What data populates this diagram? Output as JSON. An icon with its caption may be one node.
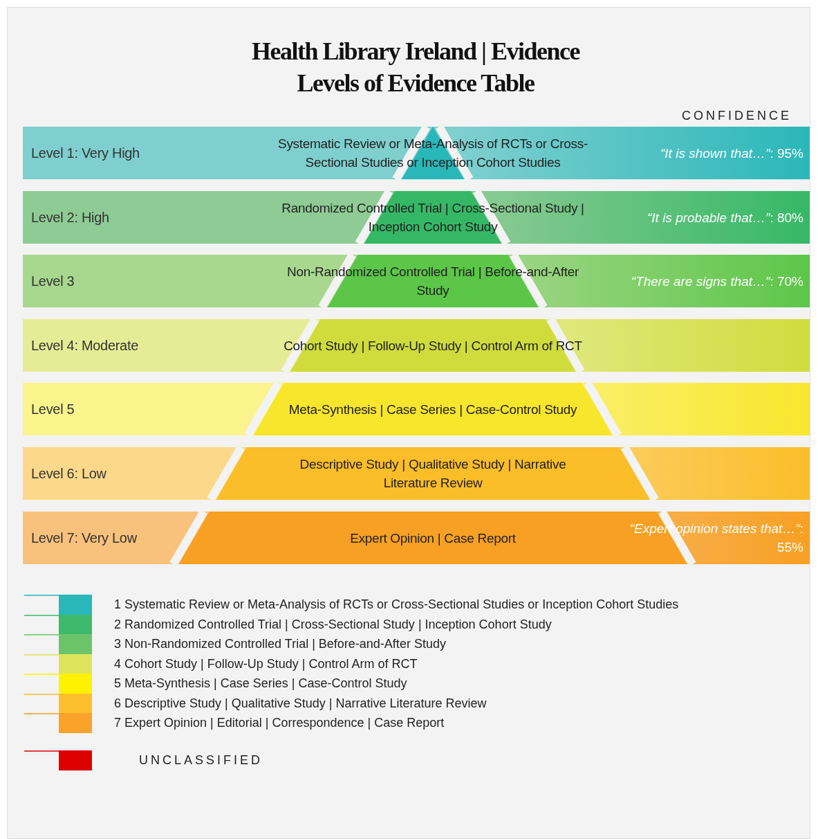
{
  "diagram": {
    "title": "Health Library Ireland | Evidence Levels of Evidence Table",
    "nodes": [
      {
        "text": [
          "Level 1: Very High",
          "Systematic Review or Meta-Analysis of RCTs or Cross-Sectional Studies or Inception Cohort Studies",
          "*“It is shown that…”*: 95%"
        ]
      },
      {
        "text": [
          "Level 2: High",
          "Randomized Controlled Trial | Cross-Sectional Study | Inception Cohort Study",
          "*“It is probable that…”*: 80%"
        ]
      },
      {
        "text": [
          "Level 3",
          "Non-Randomized Controlled Trial | Before-and-After Study",
          "*“There are signs that…”*: 70%"
        ]
      },
      {
        "text": [
          "Level 4: Moderate",
          "Cohort Study | Follow-Up Study | Control Arm of RCT"
        ]
      },
      {
        "text": [
          "Level 5",
          "Meta-Synthesis | Case Series | Case-Control Study"
        ]
      },
      {
        "text": [
          "Level 6: Low",
          "Descriptive Study | Qualitative Study | Narrative Literature Review"
        ]
      },
      {
        "text": [
          "Level 7: Very Low",
          "Expert Opinion | Case Report",
          "*“Expert opinion states that…”*: 55%"
        ]
      }
    ],
    "labels": [
      "CONFIDENCE"
    ],
    "legend": [
      {
        "text": "1 Systematic Review or Meta-Analysis of RCTs or Cross-Sectional Studies or Inception Cohort Studies",
        "color": "#2ab7b9"
      },
      {
        "text": "2 Randomized Controlled Trial | Cross-Sectional Study | Inception Cohort Study",
        "color": "#3dba6c"
      },
      {
        "text": "3 Non-Randomized Controlled Trial | Before-and-After Study",
        "color": "#6cc46a"
      },
      {
        "text": "4 Cohort Study | Follow-Up Study | Control Arm of RCT",
        "color": "#dde35a"
      },
      {
        "text": "5 Meta-Synthesis | Case Series | Case-Control Study",
        "color": "#fff200"
      },
      {
        "text": "6 Descriptive Study | Qualitative Study | Narrative Literature Review",
        "color": "#fdbf2d"
      },
      {
        "text": "7 Expert Opinion | Editorial | Correspondence | Case Report",
        "color": "#faa22a"
      },
      {
        "text": "UNCLASSIFIED",
        "color": "#dd0000"
      }
    ]
  }
}
